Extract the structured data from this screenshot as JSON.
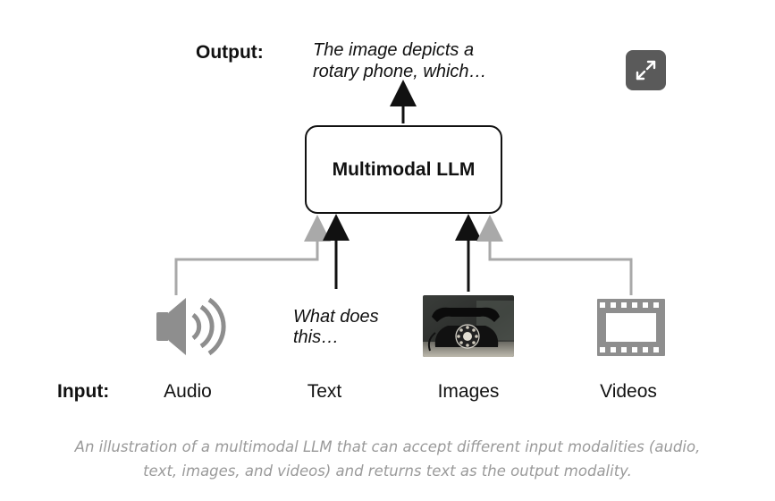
{
  "diagram": {
    "output_label": "Output:",
    "output_text_line1": "The image depicts a",
    "output_text_line2": "rotary phone, which…",
    "model_label": "Multimodal LLM",
    "input_label": "Input:",
    "text_sample_line1": "What does",
    "text_sample_line2": "this…",
    "modalities": [
      {
        "label": "Audio",
        "icon": "speaker-icon"
      },
      {
        "label": "Text",
        "icon": "none"
      },
      {
        "label": "Images",
        "icon": "rotary-phone-photo"
      },
      {
        "label": "Videos",
        "icon": "film-strip-icon"
      }
    ],
    "expand_icon": "expand-arrows-icon"
  },
  "caption": {
    "line1": "An illustration of a multimodal LLM that can accept different input modalities (audio,",
    "line2": "text, images, and videos) and returns text as the output modality."
  },
  "colors": {
    "primary_arrow": "#111111",
    "secondary_arrow": "#a9a9a9",
    "icon_gray": "#8e8e8e",
    "caption_gray": "#9a9a9a",
    "button_bg": "#5a5a5a"
  }
}
